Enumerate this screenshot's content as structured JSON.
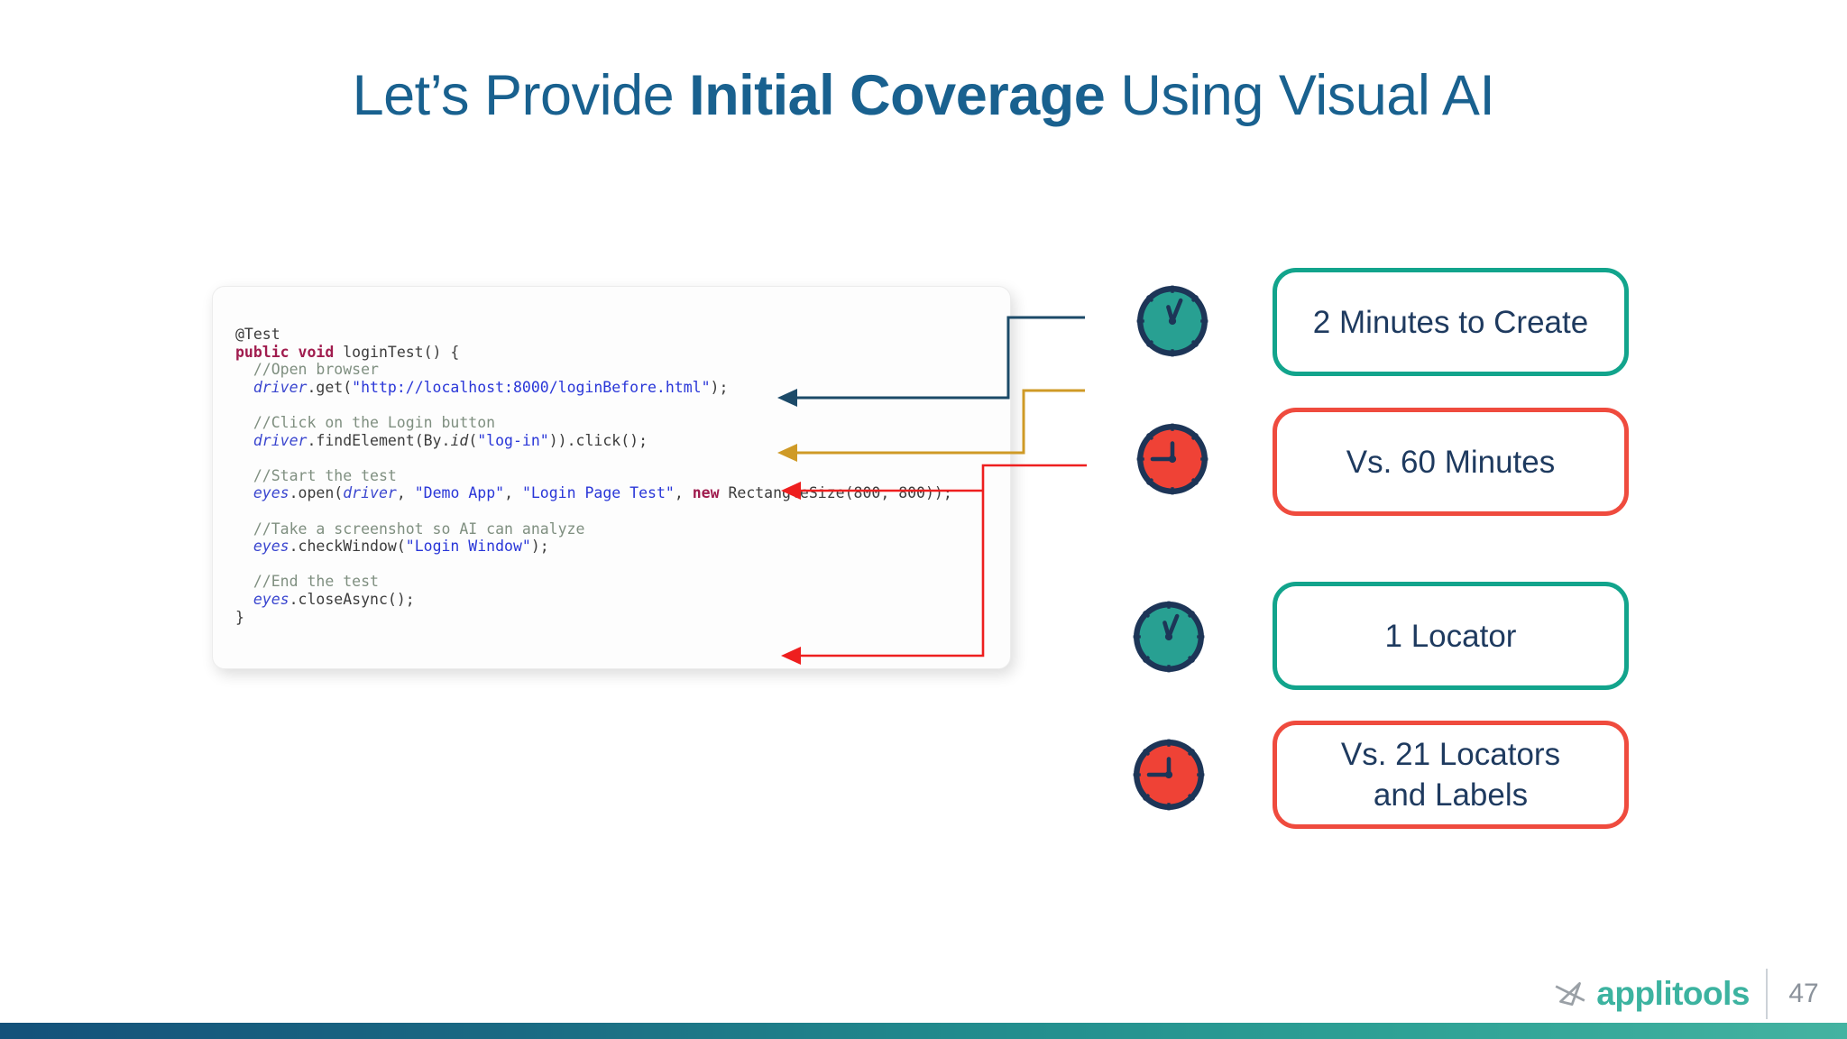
{
  "title": {
    "prefix": "Let’s Provide ",
    "bold": "Initial Coverage",
    "suffix": " Using Visual AI"
  },
  "code_panel": {
    "lines": [
      {
        "tokens": [
          {
            "t": "@Test",
            "c": "pl"
          }
        ]
      },
      {
        "tokens": [
          {
            "t": "public void",
            "c": "kw"
          },
          {
            "t": " loginTest() {",
            "c": "pl"
          }
        ]
      },
      {
        "tokens": [
          {
            "t": "  //Open browser",
            "c": "com"
          }
        ]
      },
      {
        "tokens": [
          {
            "t": "  ",
            "c": "pl"
          },
          {
            "t": "driver",
            "c": "var"
          },
          {
            "t": ".get(",
            "c": "pl"
          },
          {
            "t": "\"http://localhost:8000/loginBefore.html\"",
            "c": "str"
          },
          {
            "t": ");",
            "c": "pl"
          }
        ]
      },
      {
        "tokens": []
      },
      {
        "tokens": [
          {
            "t": "  //Click on the Login button",
            "c": "com"
          }
        ]
      },
      {
        "tokens": [
          {
            "t": "  ",
            "c": "pl"
          },
          {
            "t": "driver",
            "c": "var"
          },
          {
            "t": ".findElement(By.",
            "c": "pl"
          },
          {
            "t": "id",
            "c": "it"
          },
          {
            "t": "(",
            "c": "pl"
          },
          {
            "t": "\"log-in\"",
            "c": "str"
          },
          {
            "t": ")).click();",
            "c": "pl"
          }
        ]
      },
      {
        "tokens": []
      },
      {
        "tokens": [
          {
            "t": "  //Start the test",
            "c": "com"
          }
        ]
      },
      {
        "tokens": [
          {
            "t": "  ",
            "c": "pl"
          },
          {
            "t": "eyes",
            "c": "var"
          },
          {
            "t": ".open(",
            "c": "pl"
          },
          {
            "t": "driver",
            "c": "var"
          },
          {
            "t": ", ",
            "c": "pl"
          },
          {
            "t": "\"Demo App\"",
            "c": "str"
          },
          {
            "t": ", ",
            "c": "pl"
          },
          {
            "t": "\"Login Page Test\"",
            "c": "str"
          },
          {
            "t": ", ",
            "c": "pl"
          },
          {
            "t": "new",
            "c": "kw"
          },
          {
            "t": " RectangleSize(800, 800));",
            "c": "pl"
          }
        ]
      },
      {
        "tokens": []
      },
      {
        "tokens": [
          {
            "t": "  //Take a screenshot so AI can analyze",
            "c": "com"
          }
        ]
      },
      {
        "tokens": [
          {
            "t": "  ",
            "c": "pl"
          },
          {
            "t": "eyes",
            "c": "var"
          },
          {
            "t": ".checkWindow(",
            "c": "pl"
          },
          {
            "t": "\"Login Window\"",
            "c": "str"
          },
          {
            "t": ");",
            "c": "pl"
          }
        ]
      },
      {
        "tokens": []
      },
      {
        "tokens": [
          {
            "t": "  //End the test",
            "c": "com"
          }
        ]
      },
      {
        "tokens": [
          {
            "t": "  ",
            "c": "pl"
          },
          {
            "t": "eyes",
            "c": "var"
          },
          {
            "t": ".closeAsync();",
            "c": "pl"
          }
        ]
      },
      {
        "tokens": [
          {
            "t": "}",
            "c": "pl"
          }
        ]
      }
    ]
  },
  "rows": [
    {
      "clock": "teal-clock",
      "label": "2 Minutes to Create"
    },
    {
      "clock": "red-clock",
      "label": "Vs. 60 Minutes"
    },
    {
      "clock": "teal-clock",
      "label": "1 Locator"
    },
    {
      "clock": "red-clock",
      "label": "Vs. 21 Locators",
      "label2": "and Labels"
    }
  ],
  "footer": {
    "brand": "applitools",
    "page_number": "47"
  },
  "colors": {
    "title_blue": "#19618f",
    "navy_text": "#1e3a5f",
    "teal": "#12a48c",
    "red": "#ef4b3e",
    "clock_teal": "#28a092",
    "clock_red": "#ef4236",
    "clock_stroke": "#1d3557",
    "arrow_navy": "#1c4a68",
    "arrow_gold": "#cf9a26",
    "arrow_red": "#ee1f1f",
    "brand_teal": "#3cb3a0",
    "gray_text": "#8b929b",
    "code_plain": "#3c3c3c",
    "code_kw": "#a01c4e",
    "code_comment": "#7f8f80",
    "code_blue": "#3a46cf",
    "code_str": "#2936d8",
    "bar_left": "#14517a",
    "bar_right": "#44b3a1"
  }
}
